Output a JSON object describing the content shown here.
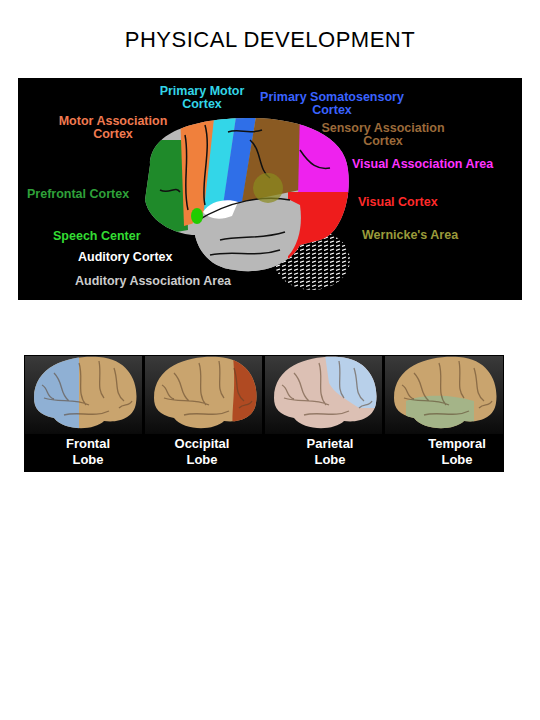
{
  "diagram": {
    "title": "PHYSICAL DEVELOPMENT",
    "labels": [
      "Primary Motor Cortex",
      "Primary Somatosensory Cortex",
      "Motor Association Cortex",
      "Sensory Association Cortex",
      "Visual Association Area",
      "Prefrontal Cortex",
      "Visual Cortex",
      "Speech Center",
      "Wernicke's Area",
      "Auditory Cortex",
      "Auditory Association Area",
      "Frontal Lobe",
      "Occipital Lobe",
      "Parietal Lobe",
      "Temporal Lobe"
    ]
  }
}
